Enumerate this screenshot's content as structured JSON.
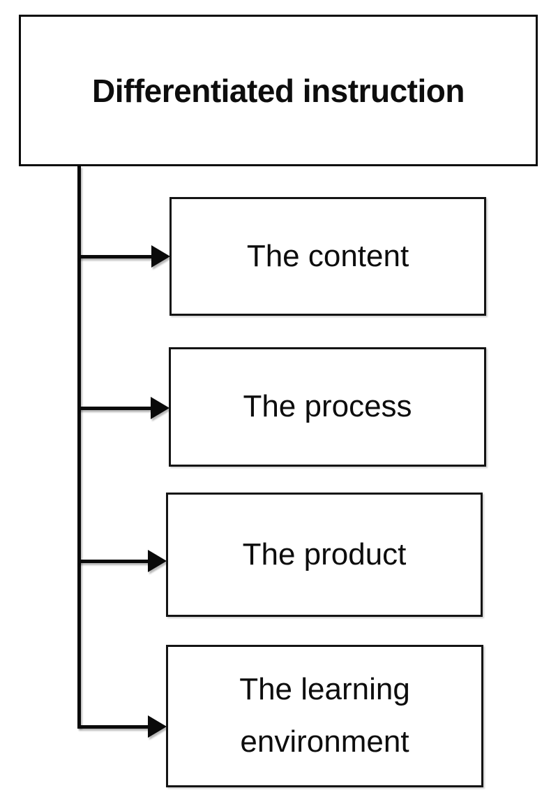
{
  "diagram": {
    "title": "Differentiated instruction",
    "root": {
      "label": "Differentiated instruction"
    },
    "children": [
      {
        "label": "The content"
      },
      {
        "label": "The process"
      },
      {
        "label": "The product"
      },
      {
        "label": "The learning environment"
      }
    ],
    "colors": {
      "background": "#ffffff",
      "border": "#0a0a0a",
      "text": "#0d0d0d",
      "connector": "#0a0a0a"
    }
  }
}
